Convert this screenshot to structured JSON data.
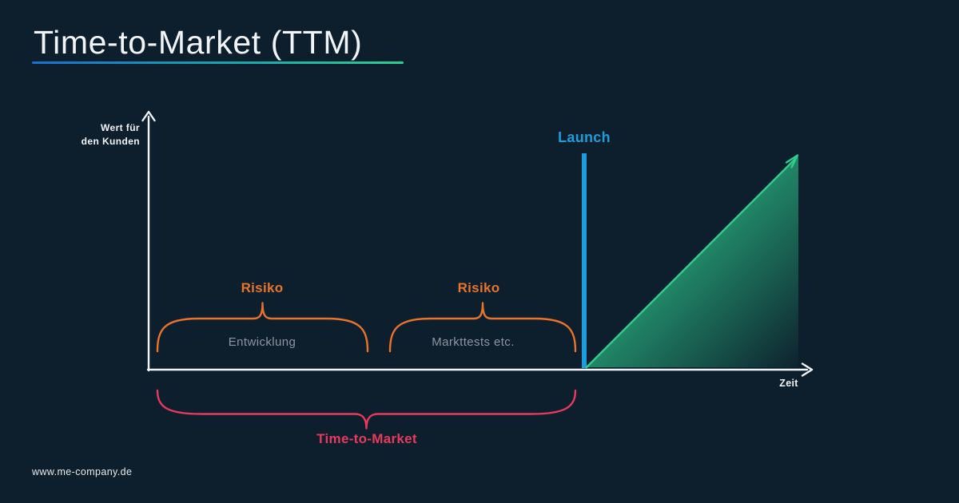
{
  "header": {
    "title": "Time-to-Market (TTM)"
  },
  "diagram": {
    "y_axis_label": {
      "line1": "Wert für",
      "line2": "den Kunden"
    },
    "x_axis_label": "Zeit",
    "launch": {
      "label": "Launch"
    },
    "phases": [
      {
        "risk_label": "Risiko",
        "name": "Entwicklung"
      },
      {
        "risk_label": "Risiko",
        "name": "Markttests etc."
      }
    ],
    "ttm_label": "Time-to-Market"
  },
  "footer": {
    "website": "www.me-company.de"
  },
  "colors": {
    "background": "#0d1e2c",
    "text": "#f2f5f7",
    "blue": "#1f9cda",
    "green": "#2ece8f",
    "orange": "#e8742c",
    "red": "#e73a5e",
    "muted": "#8d96a1",
    "underline_blue": "#1a6fd0"
  }
}
